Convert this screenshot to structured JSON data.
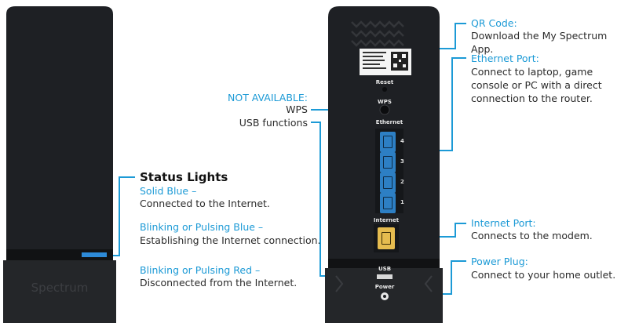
{
  "left_panel": {
    "status_title": "Status Lights",
    "items": [
      {
        "heading": "Solid Blue –",
        "text": "Connected to the Internet."
      },
      {
        "heading": "Blinking or Pulsing Blue –",
        "text": "Establishing the Internet connection."
      },
      {
        "heading": "Blinking or Pulsing Red –",
        "text": "Disconnected from the Internet."
      }
    ]
  },
  "device_back": {
    "labels": {
      "reset": "Reset",
      "wps": "WPS",
      "ethernet": "Ethernet",
      "internet": "Internet",
      "usb": "USB",
      "power": "Power"
    },
    "port_numbers": [
      "4",
      "3",
      "2",
      "1"
    ]
  },
  "not_available": {
    "heading": "NOT AVAILABLE:",
    "items": [
      "WPS",
      "USB functions"
    ]
  },
  "callouts": [
    {
      "heading": "QR Code:",
      "text": "Download the My Spectrum App."
    },
    {
      "heading": "Ethernet Port:",
      "text": "Connect to laptop, game console or PC with a direct connection to the router."
    },
    {
      "heading": "Internet Port:",
      "text": "Connects to the modem."
    },
    {
      "heading": "Power Plug:",
      "text": "Connect to your home outlet."
    }
  ],
  "colors": {
    "accent_blue": "#1c9ad6",
    "device_body": "#1e2024",
    "internet_port": "#e6bc4f",
    "ethernet_port": "#2d7fc4"
  }
}
